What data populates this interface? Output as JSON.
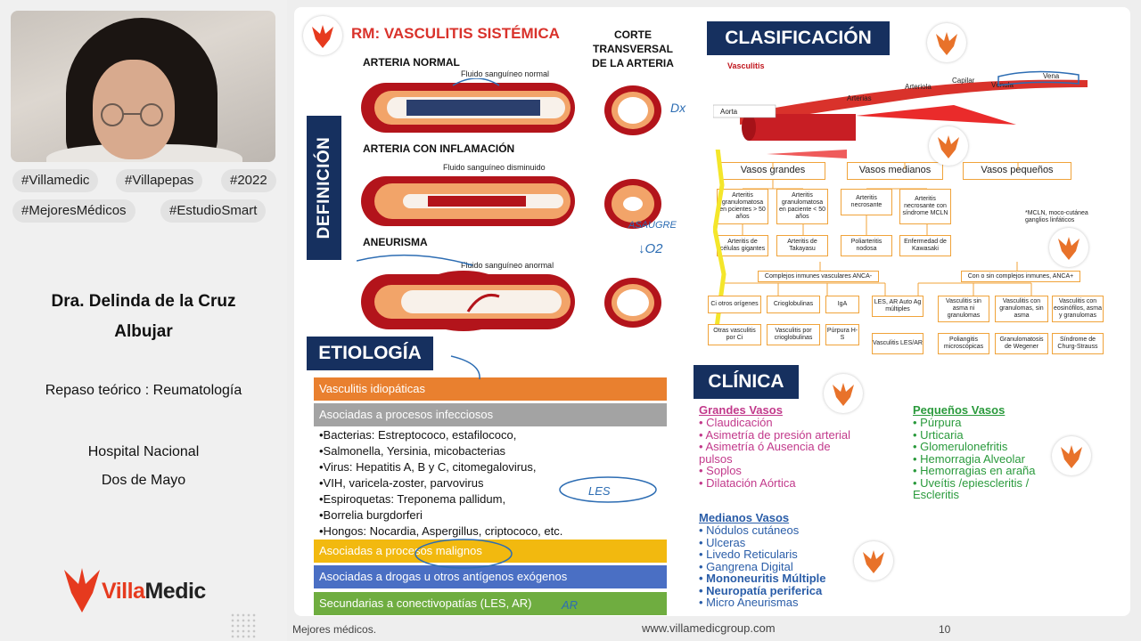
{
  "sidebar": {
    "tags": [
      "#Villamedic",
      "#Villapepas",
      "#2022",
      "#MejoresMédicos",
      "#EstudioSmart"
    ],
    "doctor_line1": "Dra. Delinda de la Cruz",
    "doctor_line2": "Albujar",
    "topic": "Repaso teórico : Reumatología",
    "hospital_line1": "Hospital Nacional",
    "hospital_line2": "Dos de Mayo",
    "logo_brand_a": "Villa",
    "logo_brand_b": "Medic"
  },
  "slide": {
    "title": "RM: VASCULITIS SISTÉMICA",
    "corte_line1": "CORTE",
    "corte_line2": "TRANSVERSAL",
    "corte_line3": "DE LA ARTERIA",
    "definicion": "DEFINICIÓN",
    "arterias": [
      {
        "label": "ARTERIA NORMAL",
        "flow": "Fluido sanguíneo normal"
      },
      {
        "label": "ARTERIA CON INFLAMACIÓN",
        "flow": "Fluido sanguíneo disminuido"
      },
      {
        "label": "ANEURISMA",
        "flow": "Fluido sanguíneo anormal"
      }
    ],
    "clasificacion": "CLASIFICACIÓN",
    "vasculitis_label": "Vasculitis",
    "vessels": [
      "Aorta",
      "Arterias",
      "Arteriola",
      "Capilar",
      "Vénula",
      "Vena"
    ],
    "headers": [
      "Vasos grandes",
      "Vasos medianos",
      "Vasos pequeños"
    ],
    "boxes_top": [
      "Arteritis granulomatosa en pcientes > 50 años",
      "Arteritis granulomatosa en paciente < 50 años",
      "Arteritis necrosante",
      "Arteritis necrosante con síndrome MCLN"
    ],
    "boxes_mid": [
      "Arteritis de células gigantes",
      "Arteritis de Takayasu",
      "Poliarteritis nodosa",
      "Enfermedad de Kawasaki"
    ],
    "mcln_note": "*MCLN, moco-cutánea ganglios linfáticos",
    "complejos_left": "Complejos inmunes vasculares ANCA-",
    "complejos_right": "Con o sin complejos inmunes, ANCA+",
    "row3": [
      "Ci otros orígenes",
      "Crioglobulinas",
      "IgA",
      "LES, AR Auto Ag múltiples",
      "Vasculitis sin asma ni granulomas",
      "Vasculitis con granulomas, sin asma",
      "Vasculitis con eosinófilos, asma y granulomas"
    ],
    "row4": [
      "Otras vasculitis por Ci",
      "Vasculitis por crioglobulinas",
      "Púrpura H-S",
      "Vasculitis LES/AR",
      "Poliangitis microscópicas",
      "Granulomatosis de Wegener",
      "Síndrome de Churg-Strauss"
    ],
    "etiologia": "ETIOLOGÍA",
    "bars": [
      {
        "text": "Vasculitis idiopáticas",
        "color": "#e9802f"
      },
      {
        "text": "Asociadas a procesos infecciosos",
        "color": "#a3a3a3"
      },
      {
        "text": "Asociadas a procesos malignos",
        "color": "#f2b90f"
      },
      {
        "text": "Asociadas a drogas u otros antígenos exógenos",
        "color": "#4a6fc4"
      },
      {
        "text": "Secundarias a conectivopatías (LES, AR)",
        "color": "#6fad40"
      }
    ],
    "bullets": [
      "•Bacterias: Estreptococo, estafilococo,",
      "•Salmonella, Yersinia, micobacterias",
      "•Virus: Hepatitis A, B y C, citomegalovirus,",
      "•VIH, varicela-zoster, parvovirus",
      "•Espiroquetas: Treponema pallidum,",
      "•Borrelia burgdorferi",
      "•Hongos: Nocardia, Aspergillus, criptococo, etc."
    ],
    "clinica": "CLÍNICA",
    "grandes_title": "Grandes Vasos",
    "grandes": [
      "Claudicación",
      "Asimetría de presión arterial",
      "Asimetría ó Ausencia de pulsos",
      "Soplos",
      "Dilatación Aórtica"
    ],
    "medianos_title": "Medianos Vasos",
    "medianos": [
      "Nódulos cutáneos",
      "Ulceras",
      "Livedo Reticularis",
      "Gangrena Digital",
      "Mononeuritis Múltiple",
      "Neuropatía periferica",
      "Micro Aneurismas"
    ],
    "pequenos_title": "Pequeños Vasos",
    "pequenos": [
      "Púrpura",
      "Urticaria",
      "Glomerulonefritis",
      "Hemorragia Alveolar",
      "Hemorragias en araña",
      "Uveítis /epiescleritis / Escleritis"
    ],
    "annotations": [
      "Dx",
      "ASAUGRE",
      "↓O2",
      "LES",
      "AR"
    ]
  },
  "footer": {
    "left": "Mejores médicos.",
    "center": "www.villamedicgroup.com",
    "page": "10"
  },
  "colors": {
    "navy": "#16305f",
    "red": "#d9322b",
    "pink": "#c2398b",
    "blue": "#2a5da8",
    "green": "#2a9a3c"
  }
}
